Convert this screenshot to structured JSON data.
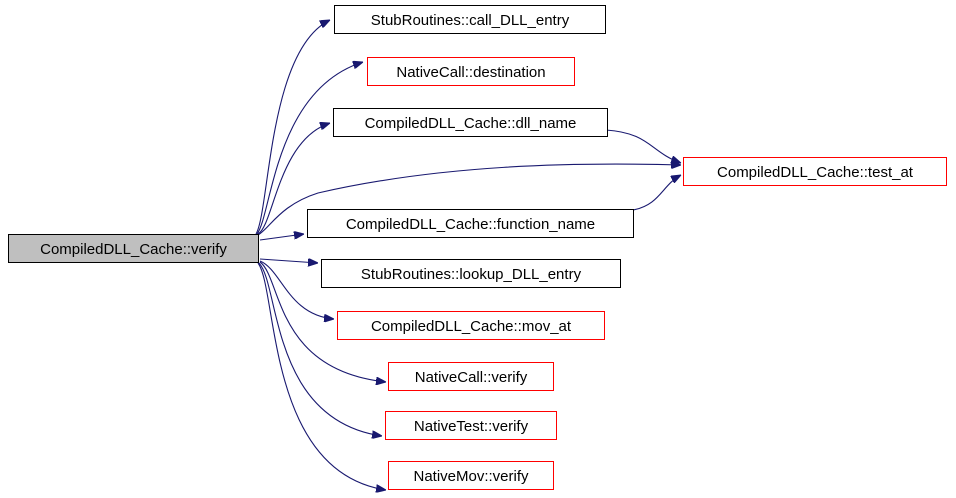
{
  "colors": {
    "edge": "#191970",
    "root_fill": "#bfbfbf",
    "box_fill": "#ffffff",
    "linked_border": "#ff0000",
    "plain_border": "#000000"
  },
  "root": {
    "label": "CompiledDLL_Cache::verify"
  },
  "callees": [
    {
      "id": "call_dll_entry",
      "label": "StubRoutines::call_DLL_entry",
      "border": "black"
    },
    {
      "id": "destination",
      "label": "NativeCall::destination",
      "border": "red"
    },
    {
      "id": "dll_name",
      "label": "CompiledDLL_Cache::dll_name",
      "border": "black"
    },
    {
      "id": "test_at",
      "label": "CompiledDLL_Cache::test_at",
      "border": "red"
    },
    {
      "id": "function_name",
      "label": "CompiledDLL_Cache::function_name",
      "border": "black"
    },
    {
      "id": "lookup_dll_entry",
      "label": "StubRoutines::lookup_DLL_entry",
      "border": "black"
    },
    {
      "id": "mov_at",
      "label": "CompiledDLL_Cache::mov_at",
      "border": "red"
    },
    {
      "id": "nativecall_verify",
      "label": "NativeCall::verify",
      "border": "red"
    },
    {
      "id": "nativetest_verify",
      "label": "NativeTest::verify",
      "border": "red"
    },
    {
      "id": "nativemov_verify",
      "label": "NativeMov::verify",
      "border": "red"
    }
  ],
  "edges": [
    {
      "from": "root",
      "to": "call_dll_entry"
    },
    {
      "from": "root",
      "to": "destination"
    },
    {
      "from": "root",
      "to": "dll_name"
    },
    {
      "from": "root",
      "to": "test_at"
    },
    {
      "from": "root",
      "to": "function_name"
    },
    {
      "from": "root",
      "to": "lookup_dll_entry"
    },
    {
      "from": "root",
      "to": "mov_at"
    },
    {
      "from": "root",
      "to": "nativecall_verify"
    },
    {
      "from": "root",
      "to": "nativetest_verify"
    },
    {
      "from": "root",
      "to": "nativemov_verify"
    },
    {
      "from": "dll_name",
      "to": "test_at"
    },
    {
      "from": "function_name",
      "to": "test_at"
    }
  ]
}
